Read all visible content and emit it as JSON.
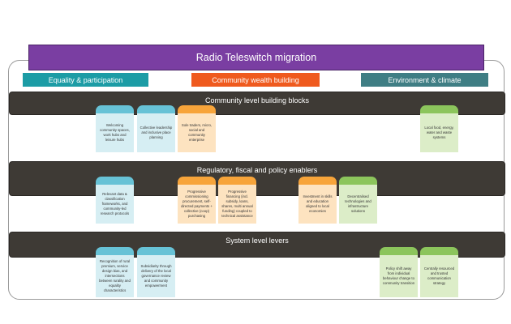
{
  "title": "Radio Teleswitch migration",
  "pillars": {
    "equality": "Equality & participation",
    "community_wealth": "Community wealth building",
    "environment": "Environment & climate"
  },
  "bands": {
    "community": "Community level building blocks",
    "regulatory": "Regulatory, fiscal and policy enablers",
    "system": "System level levers"
  },
  "cards": {
    "welcoming_spaces": "Welcoming community spaces, work hubs and leisure hubs",
    "collective_leadership": "Collective leadership and inclusive place planning",
    "sole_traders": "Sole traders, micro, social and community enterprise",
    "local_food": "Local food, energy, water and waste systems",
    "relevant_data": "Relevant data & classification frameworks, and community-led research protocols",
    "progressive_commissioning": "Progressive commissioning procurement, self-directed payments + collective (coop) purchasing",
    "progressive_financing": "Progressive financing (incl. subsidy, loans, shares, multi annual funding) coupled to technical assistance",
    "investment_skills": "Investment in skills and education aligned to local economies",
    "decentralised_tech": "Decentralised technologies and infrastructure solutions",
    "recognition_rural": "Recognition of rural premium, service design bias, and intersections between rurality and equality characteristics",
    "subsidiarity": "Subsidiarity through delivery of the local governance review and community empowerment",
    "policy_shift": "Policy shift away from individual behaviour change to community transition",
    "centrally_resourced": "Centrally resourced and trusted communication strategy"
  },
  "colors": {
    "title": "#7a3ea2",
    "equality": "#1c9ca5",
    "community_wealth": "#ef5a1e",
    "environment": "#3f7e84",
    "band": "#3e3a35",
    "card_blue": "#67c2d6",
    "card_orange": "#f7a43a",
    "card_green": "#8cc55c"
  }
}
